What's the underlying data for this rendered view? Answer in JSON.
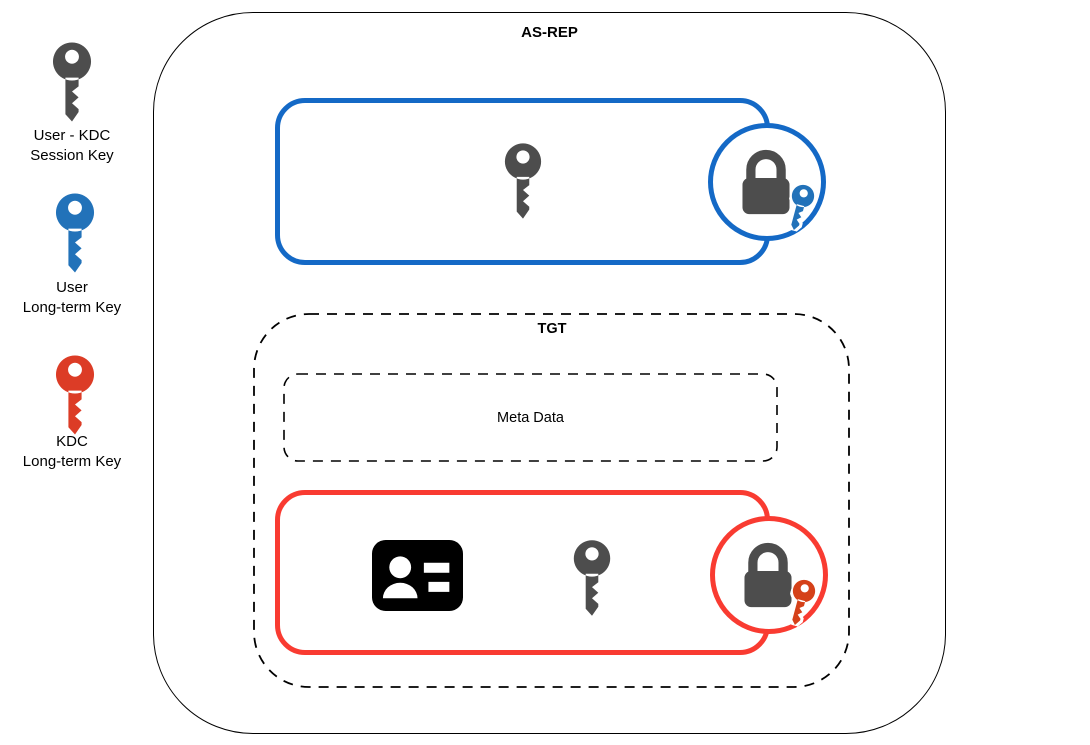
{
  "legend": {
    "items": [
      {
        "name": "user-kdc-session-key",
        "label_line1": "User - KDC",
        "label_line2": "Session Key",
        "color": "#4D4D4D"
      },
      {
        "name": "user-long-term-key",
        "label_line1": "User",
        "label_line2": "Long-term Key",
        "color": "#2272B9"
      },
      {
        "name": "kdc-long-term-key",
        "label_line1": "KDC",
        "label_line2": "Long-term Key",
        "color": "#DC3C26"
      }
    ]
  },
  "diagram": {
    "title": "AS-REP",
    "tgt": {
      "title": "TGT",
      "meta_label": "Meta Data"
    },
    "colors": {
      "session_key_gray": "#4D4D4D",
      "user_key_blue": "#2272B9",
      "kdc_key_red": "#DC3C26",
      "blue_accent": "#1469C6",
      "red_accent": "#F93B31",
      "lock_gray": "#4D4D4D",
      "id_card_black": "#000000",
      "lock_key_blue": "#2272B9",
      "lock_key_red": "#D54119"
    }
  }
}
